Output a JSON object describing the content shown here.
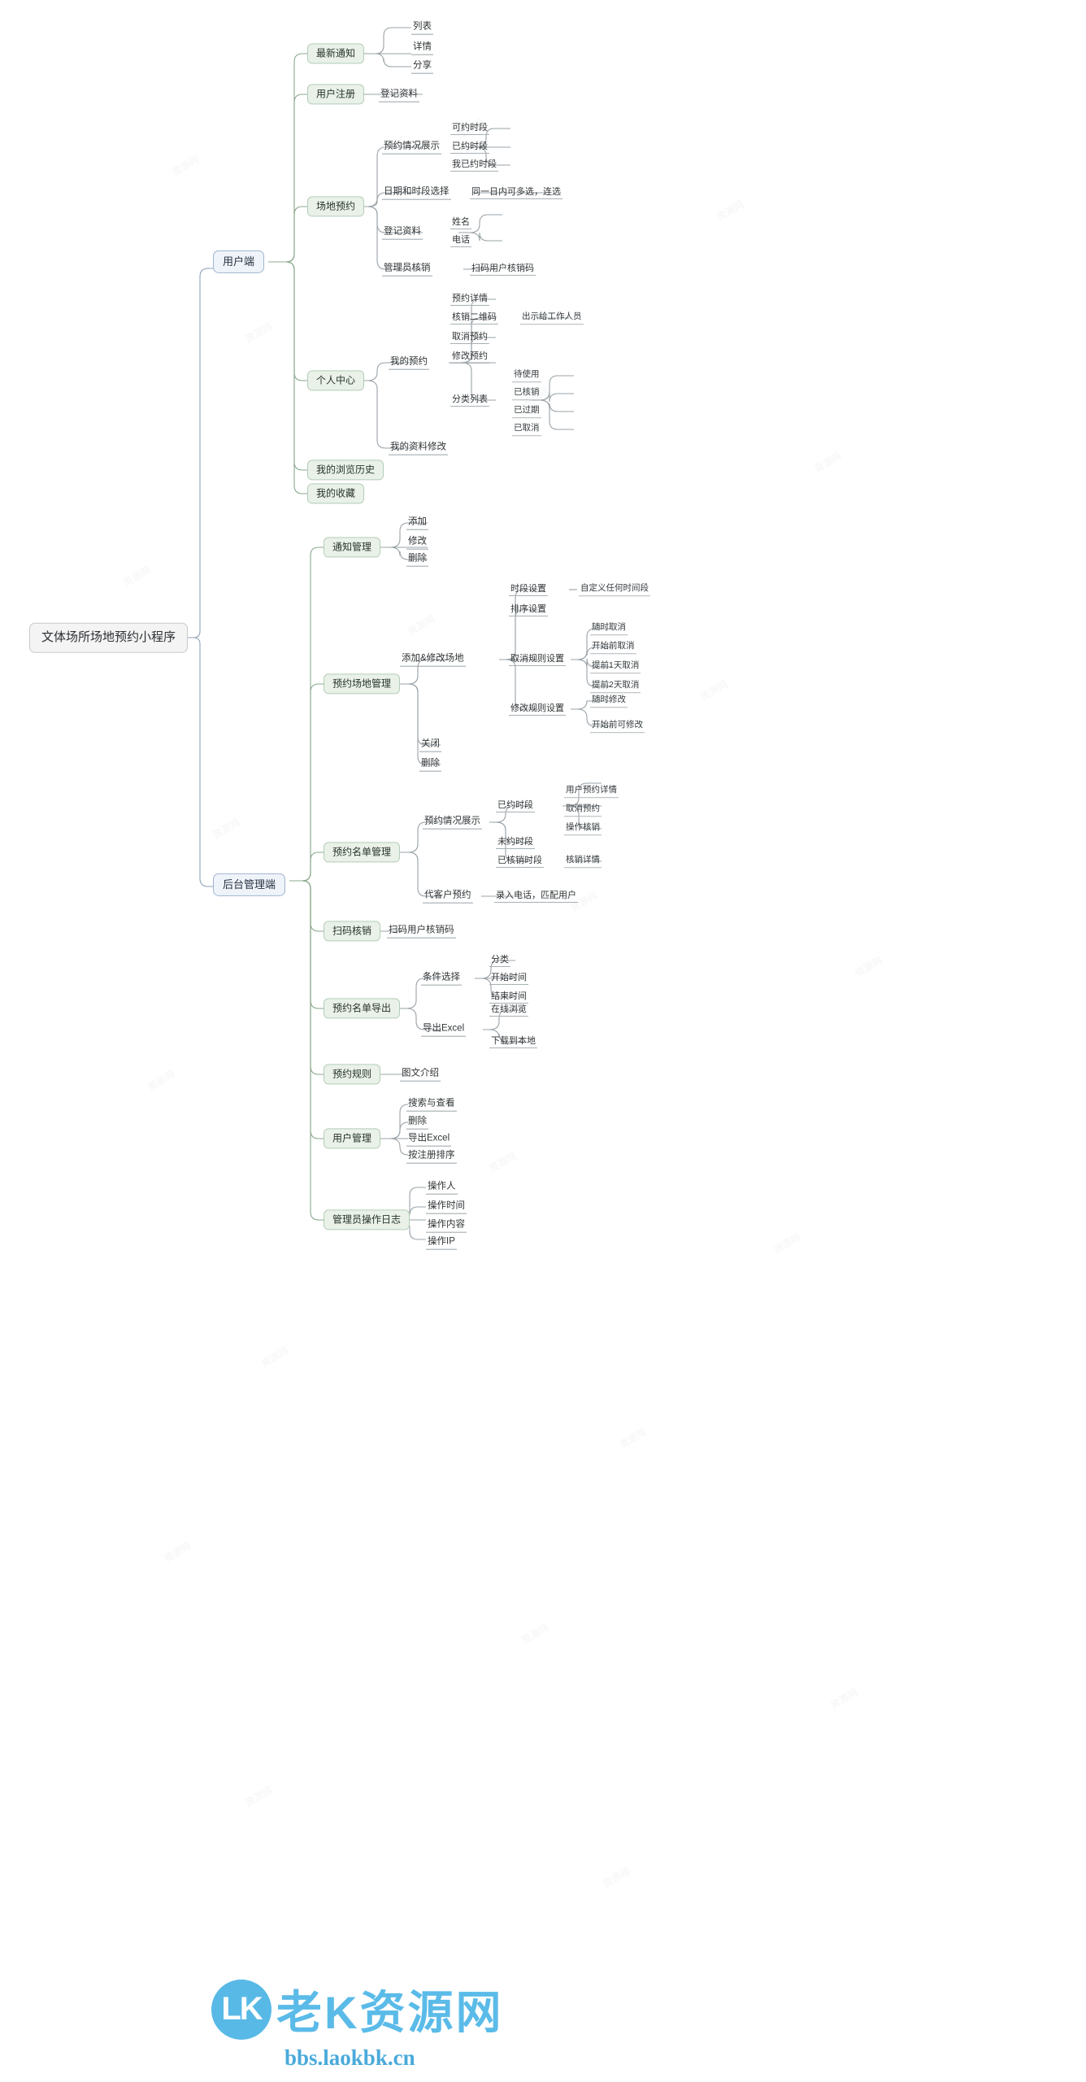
{
  "document": {
    "title": "文体场所场地预约小程序",
    "type": "mindmap"
  },
  "root": {
    "label": "文体场所场地预约小程序"
  },
  "branches": {
    "user_client": {
      "label": "用户端",
      "children": [
        {
          "label": "最新通知",
          "children": [
            {
              "label": "列表"
            },
            {
              "label": "详情"
            },
            {
              "label": "分享"
            }
          ]
        },
        {
          "label": "用户注册",
          "children": [
            {
              "label": "登记资料"
            }
          ]
        },
        {
          "label": "场地预约",
          "children": [
            {
              "label": "预约情况展示",
              "children": [
                {
                  "label": "可约时段"
                },
                {
                  "label": "已约时段"
                },
                {
                  "label": "我已约时段"
                }
              ]
            },
            {
              "label": "日期和时段选择",
              "children": [
                {
                  "label": "同一日内可多选，连选"
                }
              ]
            },
            {
              "label": "登记资料",
              "children": [
                {
                  "label": "姓名"
                },
                {
                  "label": "电话"
                }
              ]
            },
            {
              "label": "管理员核销",
              "children": [
                {
                  "label": "扫码用户核销码"
                }
              ]
            }
          ]
        },
        {
          "label": "个人中心",
          "children": [
            {
              "label": "我的预约",
              "children": [
                {
                  "label": "预约详情"
                },
                {
                  "label": "核销二维码",
                  "children": [
                    {
                      "label": "出示给工作人员"
                    }
                  ]
                },
                {
                  "label": "取消预约"
                },
                {
                  "label": "修改预约"
                },
                {
                  "label": "分类列表",
                  "children": [
                    {
                      "label": "待使用"
                    },
                    {
                      "label": "已核销"
                    },
                    {
                      "label": "已过期"
                    },
                    {
                      "label": "已取消"
                    }
                  ]
                }
              ]
            },
            {
              "label": "我的资料修改"
            }
          ]
        },
        {
          "label": "我的浏览历史"
        },
        {
          "label": "我的收藏"
        }
      ]
    },
    "admin_backend": {
      "label": "后台管理端",
      "children": [
        {
          "label": "通知管理",
          "children": [
            {
              "label": "添加"
            },
            {
              "label": "修改"
            },
            {
              "label": "删除"
            }
          ]
        },
        {
          "label": "预约场地管理",
          "children": [
            {
              "label": "添加&修改场地",
              "children": [
                {
                  "label": "时段设置",
                  "children": [
                    {
                      "label": "自定义任何时间段"
                    }
                  ]
                },
                {
                  "label": "排序设置"
                },
                {
                  "label": "取消规则设置",
                  "children": [
                    {
                      "label": "随时取消"
                    },
                    {
                      "label": "开始前取消"
                    },
                    {
                      "label": "提前1天取消"
                    },
                    {
                      "label": "提前2天取消"
                    }
                  ]
                },
                {
                  "label": "修改规则设置",
                  "children": [
                    {
                      "label": "随时修改"
                    },
                    {
                      "label": "开始前可修改"
                    }
                  ]
                }
              ]
            },
            {
              "label": "关闭"
            },
            {
              "label": "删除"
            }
          ]
        },
        {
          "label": "预约名单管理",
          "children": [
            {
              "label": "预约情况展示",
              "children": [
                {
                  "label": "已约时段",
                  "children": [
                    {
                      "label": "用户预约详情"
                    },
                    {
                      "label": "取消预约"
                    },
                    {
                      "label": "操作核销"
                    }
                  ]
                },
                {
                  "label": "未约时段"
                },
                {
                  "label": "已核销时段",
                  "children": [
                    {
                      "label": "核销详情"
                    }
                  ]
                }
              ]
            },
            {
              "label": "代客户预约",
              "children": [
                {
                  "label": "录入电话，匹配用户"
                }
              ]
            }
          ]
        },
        {
          "label": "扫码核销",
          "children": [
            {
              "label": "扫码用户核销码"
            }
          ]
        },
        {
          "label": "预约名单导出",
          "children": [
            {
              "label": "条件选择",
              "children": [
                {
                  "label": "分类"
                },
                {
                  "label": "开始时间"
                },
                {
                  "label": "结束时间"
                }
              ]
            },
            {
              "label": "导出Excel",
              "children": [
                {
                  "label": "在线浏览"
                },
                {
                  "label": "下载到本地"
                }
              ]
            }
          ]
        },
        {
          "label": "预约规则",
          "children": [
            {
              "label": "图文介绍"
            }
          ]
        },
        {
          "label": "用户管理",
          "children": [
            {
              "label": "搜索与查看"
            },
            {
              "label": "删除"
            },
            {
              "label": "导出Excel"
            },
            {
              "label": "按注册排序"
            }
          ]
        },
        {
          "label": "管理员操作日志",
          "children": [
            {
              "label": "操作人"
            },
            {
              "label": "操作时间"
            },
            {
              "label": "操作内容"
            },
            {
              "label": "操作IP"
            }
          ]
        }
      ]
    }
  },
  "watermark": {
    "logo_initials": "LK",
    "logo_text": "老K资源网",
    "url": "bbs.laokbk.cn",
    "tile_text": "资源网",
    "colors": {
      "logo_blue": "#4ab4e6",
      "url_blue": "#3ba3d8"
    }
  },
  "colors": {
    "root_fill": "#f4f4f4",
    "root_stroke": "#c9c9c9",
    "level1_fill": "#eff3fa",
    "level1_stroke": "#9fb4cf",
    "level2_fill": "#e9f1e9",
    "level2_stroke": "#b4cdb6",
    "link_green": "#8aa98c",
    "link_blue": "#8fa3b8",
    "link_gray": "#9aa3a8"
  }
}
